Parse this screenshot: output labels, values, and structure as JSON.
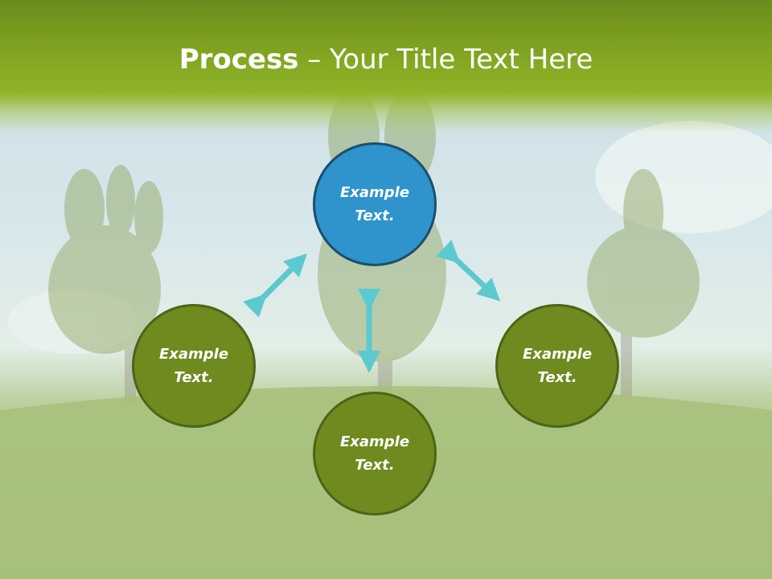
{
  "title": {
    "bold": "Process",
    "rest": " – Your Title Text Here"
  },
  "nodes": {
    "top": "Example Text.",
    "left": "Example Text.",
    "right": "Example Text.",
    "bottom": "Example Text."
  },
  "colors": {
    "header": "#7ea220",
    "node_green": "#6f8a1f",
    "node_green_border": "#4d6514",
    "node_blue": "#2f93cc",
    "node_blue_border": "#1d4e6b",
    "arrow": "#5cc9cf"
  }
}
